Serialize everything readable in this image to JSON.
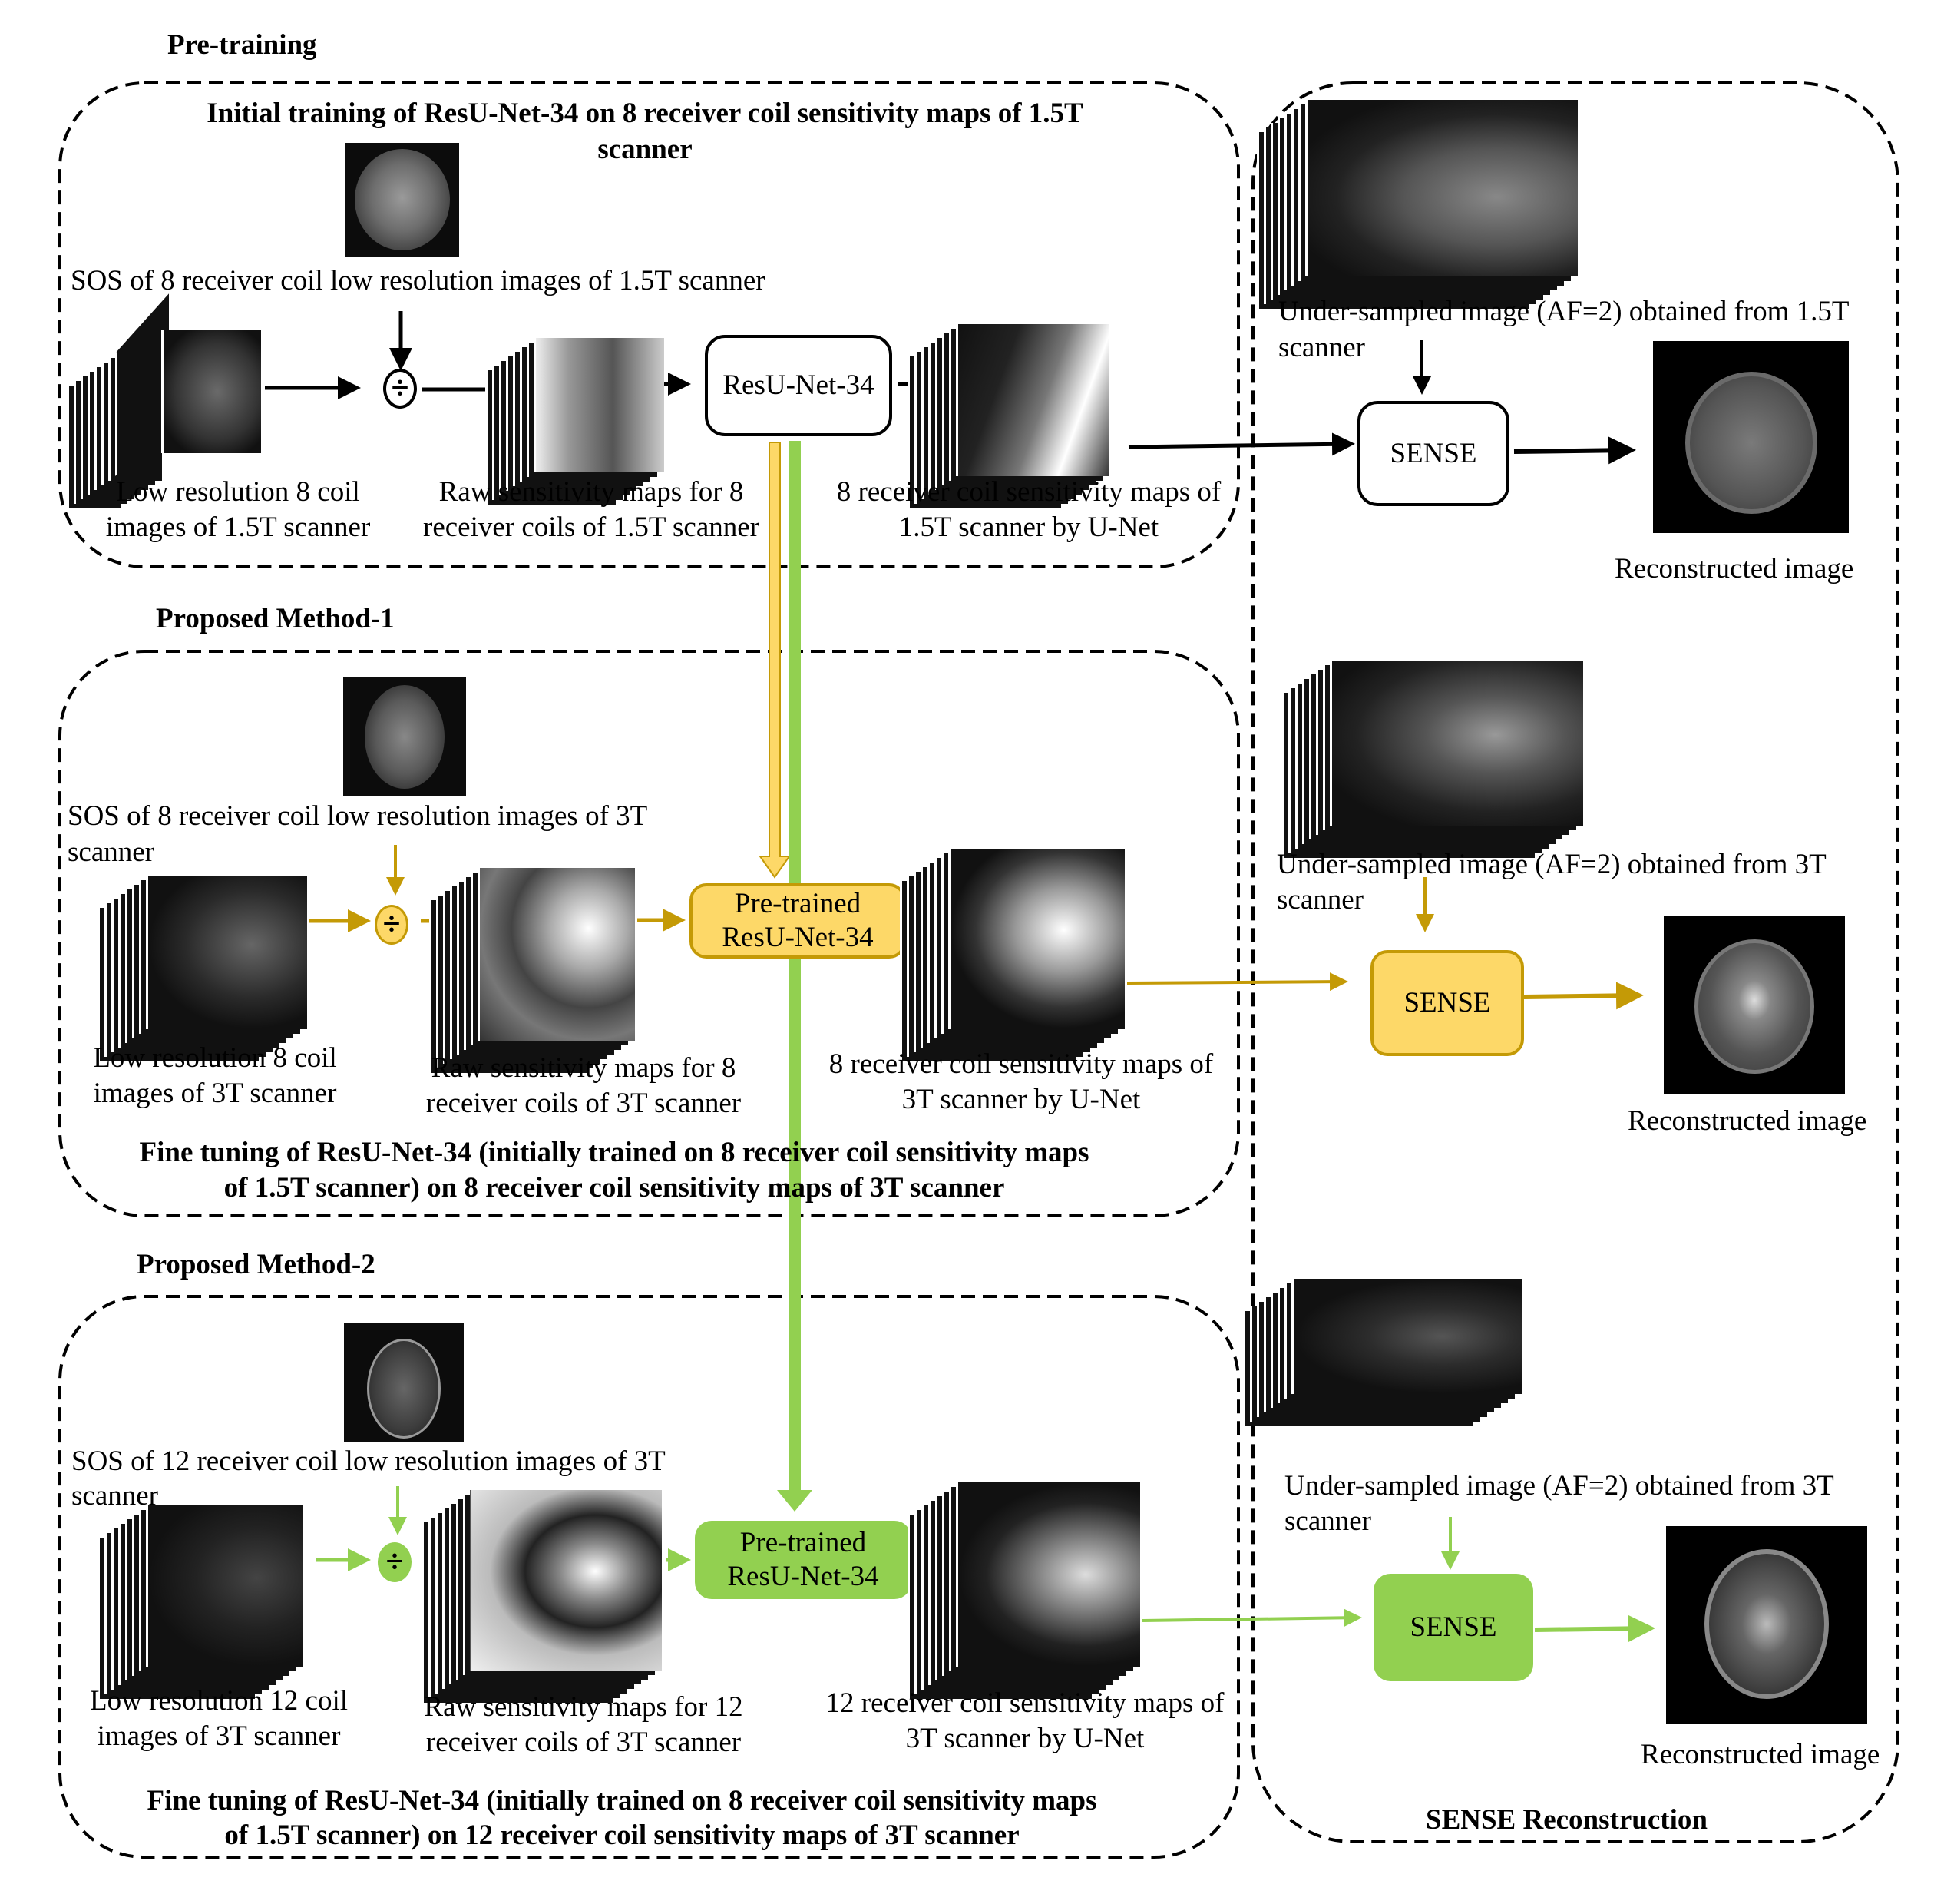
{
  "colors": {
    "pretrain": "#000000",
    "method1": "#c49a06",
    "method1_fill": "#fdd868",
    "method2": "#92d050",
    "method2_fill": "#92d050"
  },
  "pretraining": {
    "section_label": "Pre-training",
    "box_title_line1": "Initial training of ResU-Net-34 on 8 receiver coil sensitivity maps of 1.5T",
    "box_title_line2": "scanner",
    "sos_caption": "SOS of 8 receiver coil low resolution images of 1.5T scanner",
    "lowres_caption_line1": "Low resolution 8 coil",
    "lowres_caption_line2": "images of 1.5T scanner",
    "raw_caption_line1": "Raw sensitivity maps for 8",
    "raw_caption_line2": "receiver coils of 1.5T scanner",
    "network_label": "ResU-Net-34",
    "output_caption_line1": "8 receiver coil sensitivity maps of",
    "output_caption_line2": "1.5T scanner by U-Net",
    "divide_symbol": "÷"
  },
  "method1": {
    "section_label": "Proposed Method-1",
    "sos_caption_line1": "SOS of 8 receiver coil low resolution images of 3T",
    "sos_caption_line2": "scanner",
    "lowres_caption_line1": "Low resolution 8 coil",
    "lowres_caption_line2": "images of 3T scanner",
    "raw_caption_line1": "Raw sensitivity maps for 8",
    "raw_caption_line2": "receiver coils of 3T scanner",
    "network_label_line1": "Pre-trained",
    "network_label_line2": "ResU-Net-34",
    "output_caption_line1": "8 receiver coil sensitivity maps of",
    "output_caption_line2": "3T scanner by U-Net",
    "box_footer_line1": "Fine tuning of ResU-Net-34 (initially trained on 8 receiver coil sensitivity maps",
    "box_footer_line2": "of 1.5T scanner) on 8 receiver coil sensitivity maps of 3T scanner",
    "divide_symbol": "÷"
  },
  "method2": {
    "section_label": "Proposed Method-2",
    "sos_caption_line1": "SOS of 12 receiver coil low resolution images of 3T",
    "sos_caption_line2": "scanner",
    "lowres_caption_line1": "Low resolution 12 coil",
    "lowres_caption_line2": "images of 3T scanner",
    "raw_caption_line1": "Raw sensitivity maps for 12",
    "raw_caption_line2": "receiver coils of 3T scanner",
    "network_label_line1": "Pre-trained",
    "network_label_line2": "ResU-Net-34",
    "output_caption_line1": "12 receiver coil sensitivity maps of",
    "output_caption_line2": "3T scanner by U-Net",
    "box_footer_line1": "Fine tuning of ResU-Net-34 (initially trained on 8 receiver coil sensitivity maps",
    "box_footer_line2": "of 1.5T scanner) on 12 receiver coil sensitivity maps of 3T scanner",
    "divide_symbol": "÷"
  },
  "sense": {
    "section_label": "SENSE Reconstruction",
    "rows": [
      {
        "undersampled_caption_line1": "Under-sampled image (AF=2) obtained from 1.5T",
        "undersampled_caption_line2": "scanner",
        "block_label": "SENSE",
        "output_caption": "Reconstructed image"
      },
      {
        "undersampled_caption_line1": "Under-sampled image (AF=2) obtained from 3T",
        "undersampled_caption_line2": "scanner",
        "block_label": "SENSE",
        "output_caption": "Reconstructed image"
      },
      {
        "undersampled_caption_line1": "Under-sampled image (AF=2) obtained from 3T",
        "undersampled_caption_line2": "scanner",
        "block_label": "SENSE",
        "output_caption": "Reconstructed image"
      }
    ]
  }
}
